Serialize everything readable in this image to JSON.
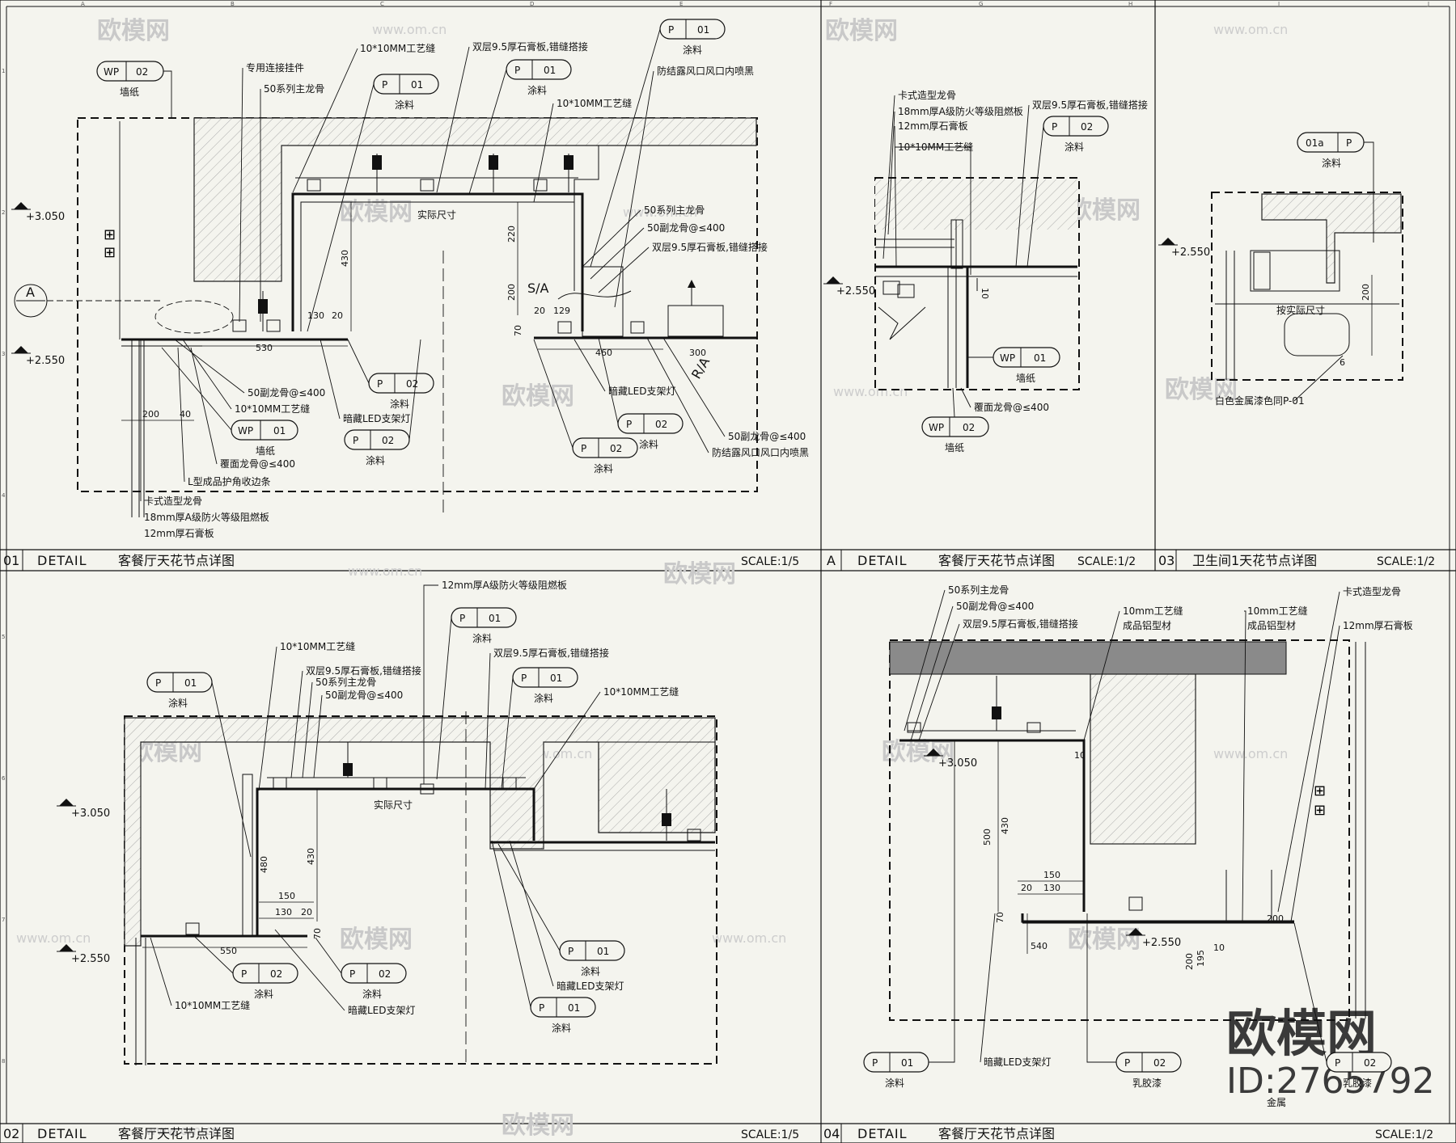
{
  "watermark": {
    "brand": "欧模网",
    "url": "www.om.cn",
    "big_brand": "欧模网",
    "id": "ID:2765792"
  },
  "panels": {
    "p01": {
      "num": "01",
      "detail": "DETAIL",
      "title": "客餐厅天花节点详图",
      "scale": "SCALE:1/5",
      "labels": {
        "l1": "10*10MM工艺缝",
        "l2": "双层9.5厚石膏板,错缝搭接",
        "l3": "专用连接挂件",
        "l4": "50系列主龙骨",
        "l5": "防结露风口风口内喷黑",
        "l6": "10*10MM工艺缝",
        "l7": "50系列主龙骨",
        "l8": "50副龙骨@≤400",
        "l9": "双层9.5厚石膏板,错缝搭接",
        "l10": "实际尺寸",
        "l11": "50副龙骨@≤400",
        "l12": "10*10MM工艺缝",
        "l13": "暗藏LED支架灯",
        "l14": "覆面龙骨@≤400",
        "l15": "L型成品护角收边条",
        "l16": "卡式造型龙骨",
        "l17": "18mm厚A级防火等级阻燃板",
        "l18": "12mm厚石膏板",
        "l19": "暗藏LED支架灯",
        "l20": "50副龙骨@≤400",
        "l21": "防结露风口风口内喷黑",
        "l22": "墙纸"
      },
      "tags": {
        "a": {
          "k": "WP",
          "v": "02",
          "s": "墙纸"
        },
        "b": {
          "k": "P",
          "v": "01",
          "s": "涂料"
        },
        "c": {
          "k": "P",
          "v": "01",
          "s": "涂料"
        },
        "d": {
          "k": "P",
          "v": "01",
          "s": "涂料"
        },
        "e": {
          "k": "P",
          "v": "02",
          "s": "涂料"
        },
        "f": {
          "k": "WP",
          "v": "01",
          "s": "墙纸"
        },
        "g": {
          "k": "P",
          "v": "02",
          "s": "涂料"
        },
        "h": {
          "k": "P",
          "v": "02",
          "s": "涂料"
        },
        "i": {
          "k": "P",
          "v": "02",
          "s": "涂料"
        }
      },
      "elev": {
        "top": "+3.050",
        "bot": "+2.550"
      },
      "dims": {
        "d430": "430",
        "d220": "220",
        "d200": "200",
        "d130": "130",
        "d20": "20",
        "d530": "530",
        "d460": "460",
        "d300": "300",
        "d200b": "200",
        "d40": "40",
        "d70": "70",
        "d20b": "20",
        "d129": "129"
      },
      "marks": {
        "sa": "S/A",
        "ra": "R/A",
        "sym": "A"
      }
    },
    "pA": {
      "num": "A",
      "detail": "DETAIL",
      "title": "客餐厅天花节点详图",
      "scale": "SCALE:1/2",
      "labels": {
        "l1": "卡式造型龙骨",
        "l2": "18mm厚A级防火等级阻燃板",
        "l3": "12mm厚石膏板",
        "l4": "10*10MM工艺缝",
        "l5": "双层9.5厚石膏板,错缝搭接",
        "l6": "覆面龙骨@≤400"
      },
      "tags": {
        "a": {
          "k": "P",
          "v": "02",
          "s": "涂料"
        },
        "b": {
          "k": "WP",
          "v": "01",
          "s": "墙纸"
        },
        "c": {
          "k": "WP",
          "v": "02",
          "s": "墙纸"
        }
      },
      "elev": "+2.550",
      "dims": {
        "d10": "10"
      }
    },
    "p03": {
      "num": "03",
      "title": "卫生间1天花节点详图",
      "scale": "SCALE:1/2",
      "labels": {
        "l1": "按实际尺寸",
        "l2": "白色金属漆色同P-01"
      },
      "tags": {
        "a": {
          "k": "01a",
          "v": "P",
          "s": "涂料"
        }
      },
      "elev": "+2.550",
      "dims": {
        "d200": "200",
        "d6": "6"
      }
    },
    "p02": {
      "num": "02",
      "detail": "DETAIL",
      "title": "客餐厅天花节点详图",
      "scale": "SCALE:1/5",
      "labels": {
        "l1": "12mm厚A级防火等级阻燃板",
        "l2": "10*10MM工艺缝",
        "l3": "双层9.5厚石膏板,错缝搭接",
        "l4": "50系列主龙骨",
        "l5": "50副龙骨@≤400",
        "l6": "双层9.5厚石膏板,错缝搭接",
        "l7": "10*10MM工艺缝",
        "l8": "实际尺寸",
        "l9": "10*10MM工艺缝",
        "l10": "暗藏LED支架灯",
        "l11": "暗藏LED支架灯"
      },
      "tags": {
        "a": {
          "k": "P",
          "v": "01",
          "s": "涂料"
        },
        "b": {
          "k": "P",
          "v": "01",
          "s": "涂料"
        },
        "c": {
          "k": "P",
          "v": "01",
          "s": "涂料"
        },
        "d": {
          "k": "P",
          "v": "02",
          "s": "涂料"
        },
        "e": {
          "k": "P",
          "v": "02",
          "s": "涂料"
        },
        "f": {
          "k": "P",
          "v": "01",
          "s": "涂料"
        },
        "g": {
          "k": "P",
          "v": "01",
          "s": "涂料"
        }
      },
      "elev": {
        "top": "+3.050",
        "bot": "+2.550"
      },
      "dims": {
        "d430": "430",
        "d480": "480",
        "d150": "150",
        "d130": "130",
        "d20": "20",
        "d70": "70",
        "d550": "550"
      }
    },
    "p04": {
      "num": "04",
      "detail": "DETAIL",
      "title": "客餐厅天花节点详图",
      "scale": "SCALE:1/2",
      "labels": {
        "l1": "50系列主龙骨",
        "l2": "50副龙骨@≤400",
        "l3": "双层9.5厚石膏板,错缝搭接",
        "l4": "10mm工艺缝",
        "l5": "成品铝型材",
        "l6": "10mm工艺缝",
        "l7": "成品铝型材",
        "l8": "卡式造型龙骨",
        "l9": "12mm厚石膏板",
        "l10": "暗藏LED支架灯",
        "l11": "乳胶漆",
        "l12": "金属"
      },
      "tags": {
        "a": {
          "k": "P",
          "v": "01",
          "s": "涂料"
        },
        "b": {
          "k": "P",
          "v": "02",
          "s": "乳胶漆"
        },
        "c": {
          "k": "P",
          "v": "02",
          "s": "乳胶漆"
        }
      },
      "elev": {
        "top": "+3.050",
        "bot": "+2.550"
      },
      "dims": {
        "d500": "500",
        "d430": "430",
        "d150": "150",
        "d130": "130",
        "d20": "20",
        "d70": "70",
        "d540": "540",
        "d200": "200",
        "d195": "195",
        "d10": "10",
        "d10b": "10",
        "d200b": "200"
      }
    }
  },
  "grid": {
    "top": [
      "A",
      "B",
      "C",
      "D",
      "E",
      "F",
      "G",
      "H",
      "I",
      "J"
    ],
    "left": [
      "1",
      "2",
      "3",
      "4",
      "5",
      "6",
      "7",
      "8"
    ]
  }
}
